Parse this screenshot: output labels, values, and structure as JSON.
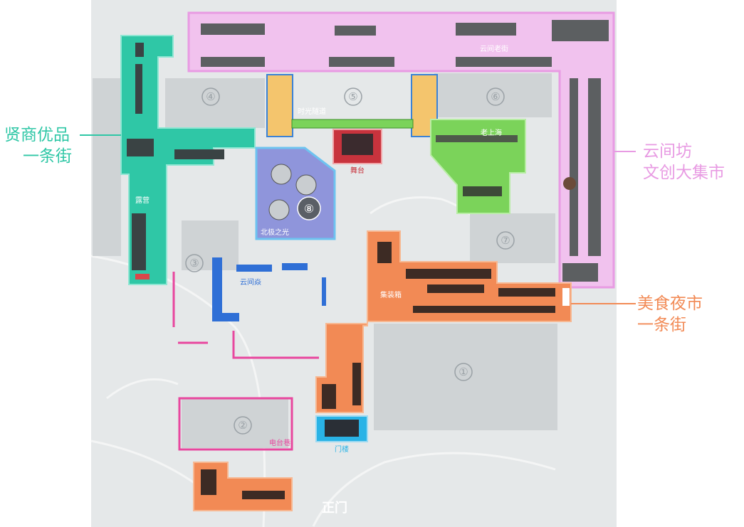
{
  "colors": {
    "base_ground": "#e4e7e8",
    "building_block": "#cfd3d5",
    "road_line": "#f3f4f4",
    "xianshang": "#2fc7a6",
    "yunjian": "#e89be3",
    "meishi": "#f28a55",
    "beiji": "#8f95db",
    "laoshanghai": "#7bd35a",
    "wutai": "#c8333d",
    "menlou": "#29b3e6",
    "yunjianyan": "#2f6fd6",
    "pink_line": "#e8479e",
    "timeline": "#f4c56d"
  },
  "callouts": {
    "left_line1": "贤商优品",
    "left_line2": "一条街",
    "right_top_line1": "云间坊",
    "right_top_line2": "文创大集市",
    "right_mid_line1": "美食夜市",
    "right_mid_line2": "一条街"
  },
  "labels": {
    "yunjian_laojie": "云间老街",
    "shiguang_suidao": "时光隧道",
    "lao_shanghai": "老上海",
    "wutai": "舞台",
    "luying": "露营",
    "beiji_zhiguang": "北极之光",
    "yunjian_yan": "云间焱",
    "jizhuangxiang": "集装箱",
    "diantai_xiang": "电台巷",
    "menlou": "门楼",
    "zhengmen": "正门"
  },
  "zone_numbers": [
    "①",
    "②",
    "③",
    "④",
    "⑤",
    "⑥",
    "⑦",
    "⑧"
  ],
  "icons": [
    "leader-line",
    "zone-number-circle"
  ]
}
